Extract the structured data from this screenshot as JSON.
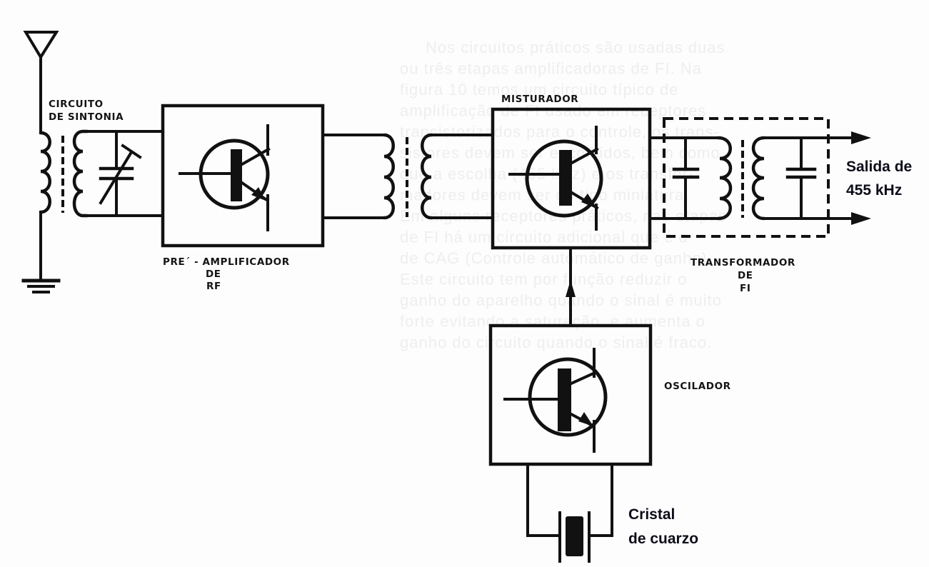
{
  "diagram": {
    "title": "Receptor super-heterodino: etapa de entrada con oscilador a cristal",
    "blocks": {
      "antenna": {
        "label": ""
      },
      "tuning_circuit": {
        "label_line1": "CIRCUITO",
        "label_line2": "DE SINTONIA"
      },
      "rf_preamp": {
        "label_line1": "PRE´ - AMPLIFICADOR",
        "label_line2": "DE",
        "label_line3": "RF"
      },
      "mixer": {
        "label": "MISTURADOR"
      },
      "oscillator": {
        "label": "OSCILADOR"
      },
      "if_transformer": {
        "label_line1": "TRANSFORMADOR",
        "label_line2": "DE",
        "label_line3": "FI"
      },
      "crystal": {
        "label_line1": "Cristal",
        "label_line2": "de cuarzo"
      },
      "output": {
        "label_line1": "Salida de",
        "label_line2": "455 kHz"
      }
    },
    "background_bleed_text": [
      "Nos circuitos práticos são usadas duas",
      "ou três etapas amplificadoras de FI. Na",
      "figura 10 temos um circuito típico de",
      "amplificação de FI usado em receptores",
      "transistorizados para o controle, os trans-",
      "sistores devem ser escolhidos, bem como",
      "que a escolha (455 kHz) e os transfor-",
      "madores devem ser do tipo miniatura.",
      "Em alguns receptores práticos, nas etapas",
      "de FI há um circuito adicional que é o",
      "de CAG (Controle automático de ganho).",
      "Este circuito tem por função reduzir o",
      "ganho do aparelho quando o sinal é muito",
      "forte evitando a saturação, e aumenta o",
      "ganho do circuito quando o sinal é fraco."
    ]
  }
}
